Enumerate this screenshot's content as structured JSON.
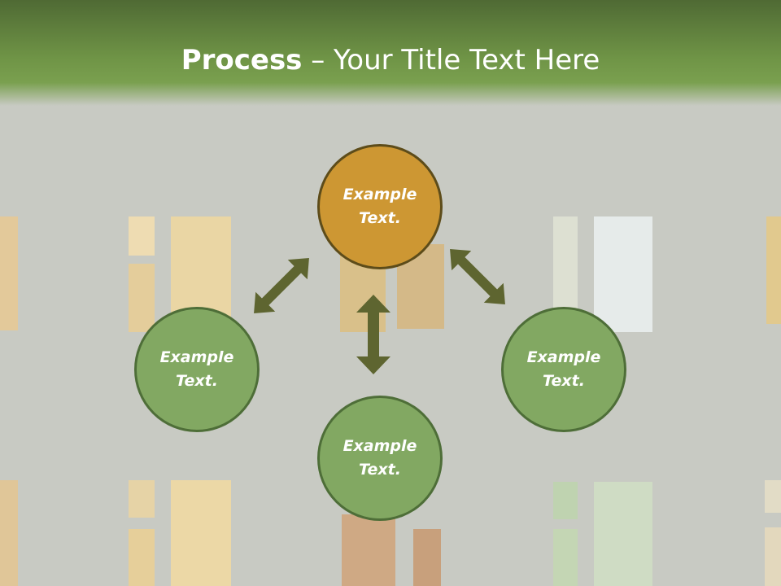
{
  "title": {
    "bold": "Process",
    "rest": " – Your Title Text Here"
  },
  "nodes": {
    "top": "Example\nText.",
    "left": "Example\nText.",
    "right": "Example\nText.",
    "bottom": "Example\nText."
  },
  "colors": {
    "header": "#6f9446",
    "node_green": "#82a862",
    "node_orange": "#cd9733",
    "arrow": "#5e6530",
    "background": "#c8cac3"
  }
}
